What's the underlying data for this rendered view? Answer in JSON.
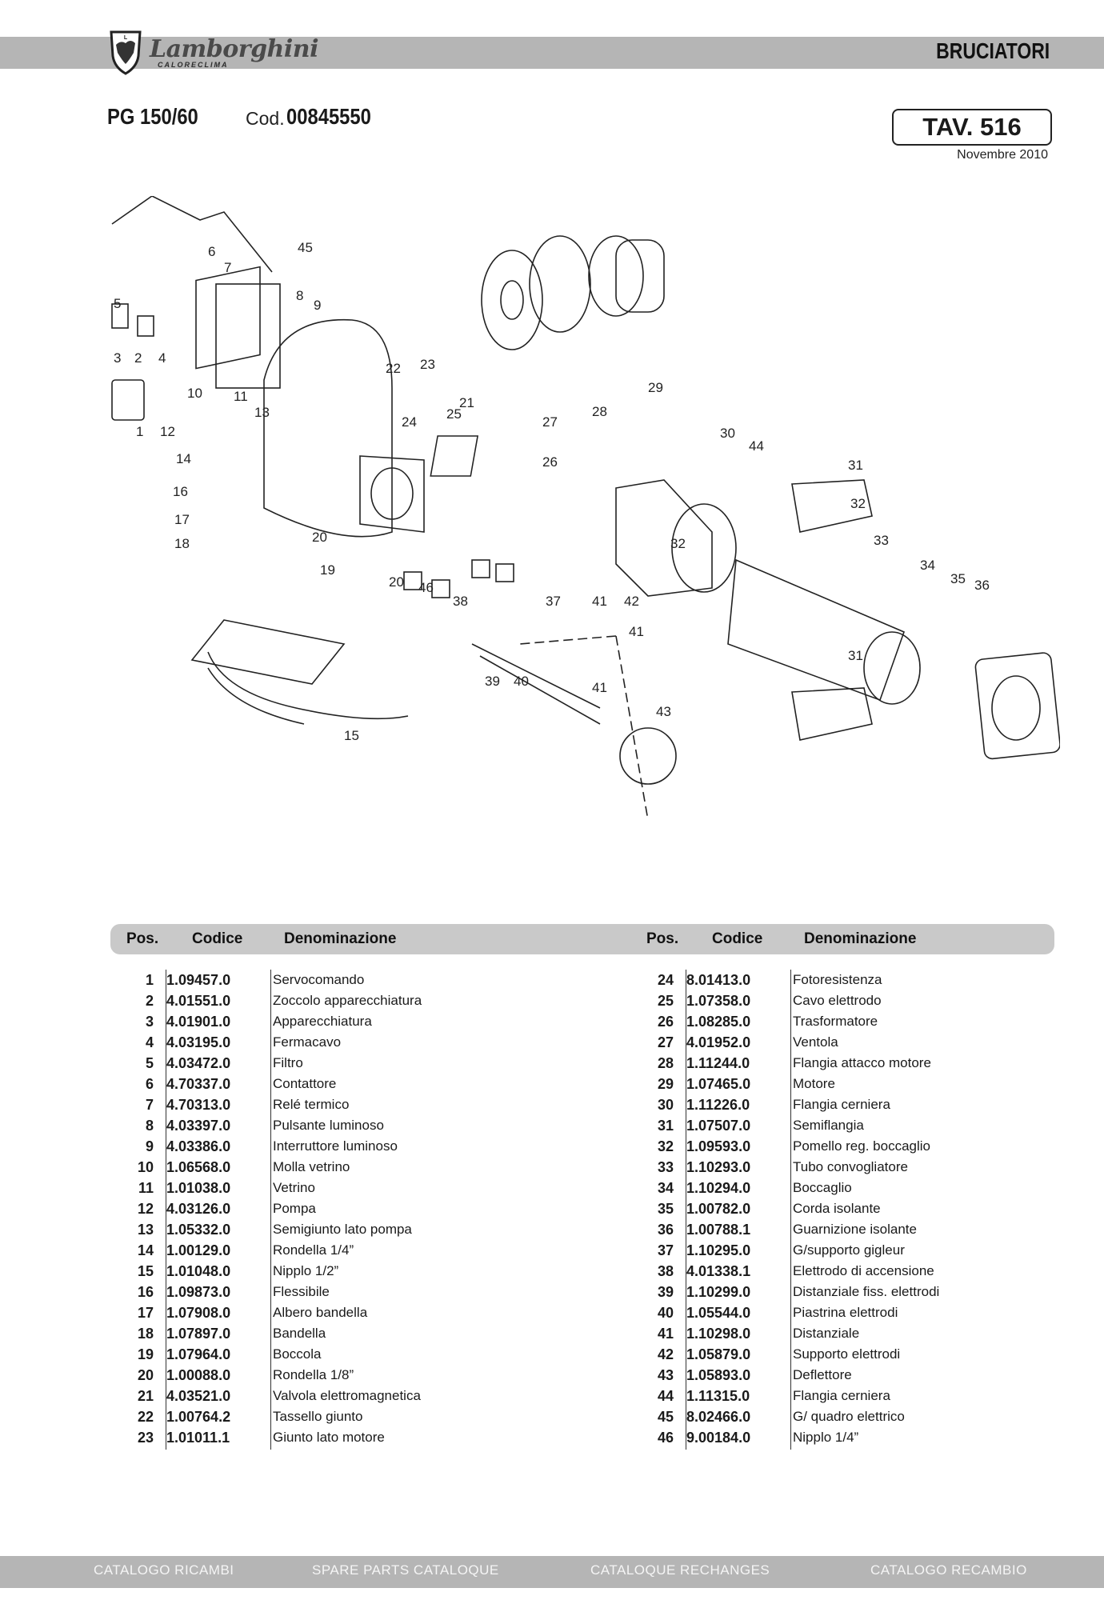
{
  "header": {
    "brand": "Lamborghini",
    "brand_sub": "CALORECLIMA",
    "section": "BRUCIATORI"
  },
  "product": {
    "model": "PG 150/60",
    "cod_label": "Cod.",
    "cod_value": "00845550",
    "table_ref": "TAV. 516",
    "date": "Novembre 2010"
  },
  "diagram": {
    "callouts": [
      "1",
      "2",
      "3",
      "4",
      "5",
      "6",
      "7",
      "8",
      "9",
      "10",
      "11",
      "12",
      "13",
      "14",
      "15",
      "16",
      "17",
      "18",
      "19",
      "20",
      "21",
      "22",
      "23",
      "24",
      "25",
      "26",
      "27",
      "28",
      "29",
      "30",
      "31",
      "32",
      "33",
      "34",
      "35",
      "36",
      "37",
      "38",
      "39",
      "40",
      "41",
      "42",
      "43",
      "44",
      "45",
      "46"
    ]
  },
  "table": {
    "headers": {
      "pos": "Pos.",
      "code": "Codice",
      "name": "Denominazione"
    },
    "left": [
      {
        "pos": "1",
        "code": "1.09457.0",
        "name": "Servocomando"
      },
      {
        "pos": "2",
        "code": "4.01551.0",
        "name": "Zoccolo apparecchiatura"
      },
      {
        "pos": "3",
        "code": "4.01901.0",
        "name": "Apparecchiatura"
      },
      {
        "pos": "4",
        "code": "4.03195.0",
        "name": "Fermacavo"
      },
      {
        "pos": "5",
        "code": "4.03472.0",
        "name": "Filtro"
      },
      {
        "pos": "6",
        "code": "4.70337.0",
        "name": "Contattore"
      },
      {
        "pos": "7",
        "code": "4.70313.0",
        "name": "Relé termico"
      },
      {
        "pos": "8",
        "code": "4.03397.0",
        "name": "Pulsante luminoso"
      },
      {
        "pos": "9",
        "code": "4.03386.0",
        "name": "Interruttore luminoso"
      },
      {
        "pos": "10",
        "code": "1.06568.0",
        "name": "Molla vetrino"
      },
      {
        "pos": "11",
        "code": "1.01038.0",
        "name": "Vetrino"
      },
      {
        "pos": "12",
        "code": "4.03126.0",
        "name": "Pompa"
      },
      {
        "pos": "13",
        "code": "1.05332.0",
        "name": "Semigiunto lato pompa"
      },
      {
        "pos": "14",
        "code": "1.00129.0",
        "name": "Rondella 1/4”"
      },
      {
        "pos": "15",
        "code": "1.01048.0",
        "name": "Nipplo 1/2”"
      },
      {
        "pos": "16",
        "code": "1.09873.0",
        "name": "Flessibile"
      },
      {
        "pos": "17",
        "code": "1.07908.0",
        "name": "Albero bandella"
      },
      {
        "pos": "18",
        "code": "1.07897.0",
        "name": "Bandella"
      },
      {
        "pos": "19",
        "code": "1.07964.0",
        "name": "Boccola"
      },
      {
        "pos": "20",
        "code": "1.00088.0",
        "name": "Rondella 1/8”"
      },
      {
        "pos": "21",
        "code": "4.03521.0",
        "name": "Valvola elettromagnetica"
      },
      {
        "pos": "22",
        "code": "1.00764.2",
        "name": "Tassello giunto"
      },
      {
        "pos": "23",
        "code": "1.01011.1",
        "name": "Giunto lato motore"
      }
    ],
    "right": [
      {
        "pos": "24",
        "code": "8.01413.0",
        "name": "Fotoresistenza"
      },
      {
        "pos": "25",
        "code": "1.07358.0",
        "name": "Cavo elettrodo"
      },
      {
        "pos": "26",
        "code": "1.08285.0",
        "name": "Trasformatore"
      },
      {
        "pos": "27",
        "code": "4.01952.0",
        "name": "Ventola"
      },
      {
        "pos": "28",
        "code": "1.11244.0",
        "name": "Flangia attacco motore"
      },
      {
        "pos": "29",
        "code": "1.07465.0",
        "name": "Motore"
      },
      {
        "pos": "30",
        "code": "1.11226.0",
        "name": "Flangia cerniera"
      },
      {
        "pos": "31",
        "code": "1.07507.0",
        "name": "Semiflangia"
      },
      {
        "pos": "32",
        "code": "1.09593.0",
        "name": "Pomello reg. boccaglio"
      },
      {
        "pos": "33",
        "code": "1.10293.0",
        "name": "Tubo convogliatore"
      },
      {
        "pos": "34",
        "code": "1.10294.0",
        "name": "Boccaglio"
      },
      {
        "pos": "35",
        "code": "1.00782.0",
        "name": "Corda isolante"
      },
      {
        "pos": "36",
        "code": "1.00788.1",
        "name": "Guarnizione isolante"
      },
      {
        "pos": "37",
        "code": "1.10295.0",
        "name": "G/supporto gigleur"
      },
      {
        "pos": "38",
        "code": "4.01338.1",
        "name": "Elettrodo di accensione"
      },
      {
        "pos": "39",
        "code": "1.10299.0",
        "name": "Distanziale fiss. elettrodi"
      },
      {
        "pos": "40",
        "code": "1.05544.0",
        "name": "Piastrina elettrodi"
      },
      {
        "pos": "41",
        "code": "1.10298.0",
        "name": "Distanziale"
      },
      {
        "pos": "42",
        "code": "1.05879.0",
        "name": "Supporto elettrodi"
      },
      {
        "pos": "43",
        "code": "1.05893.0",
        "name": "Deflettore"
      },
      {
        "pos": "44",
        "code": "1.11315.0",
        "name": "Flangia cerniera"
      },
      {
        "pos": "45",
        "code": "8.02466.0",
        "name": "G/ quadro elettrico"
      },
      {
        "pos": "46",
        "code": "9.00184.0",
        "name": "Nipplo 1/4”"
      }
    ]
  },
  "footer": {
    "it": "CATALOGO  RICAMBI",
    "en": "SPARE PARTS CATALOQUE",
    "fr": "CATALOQUE  RECHANGES",
    "es": "CATALOGO  RECAMBIO"
  }
}
